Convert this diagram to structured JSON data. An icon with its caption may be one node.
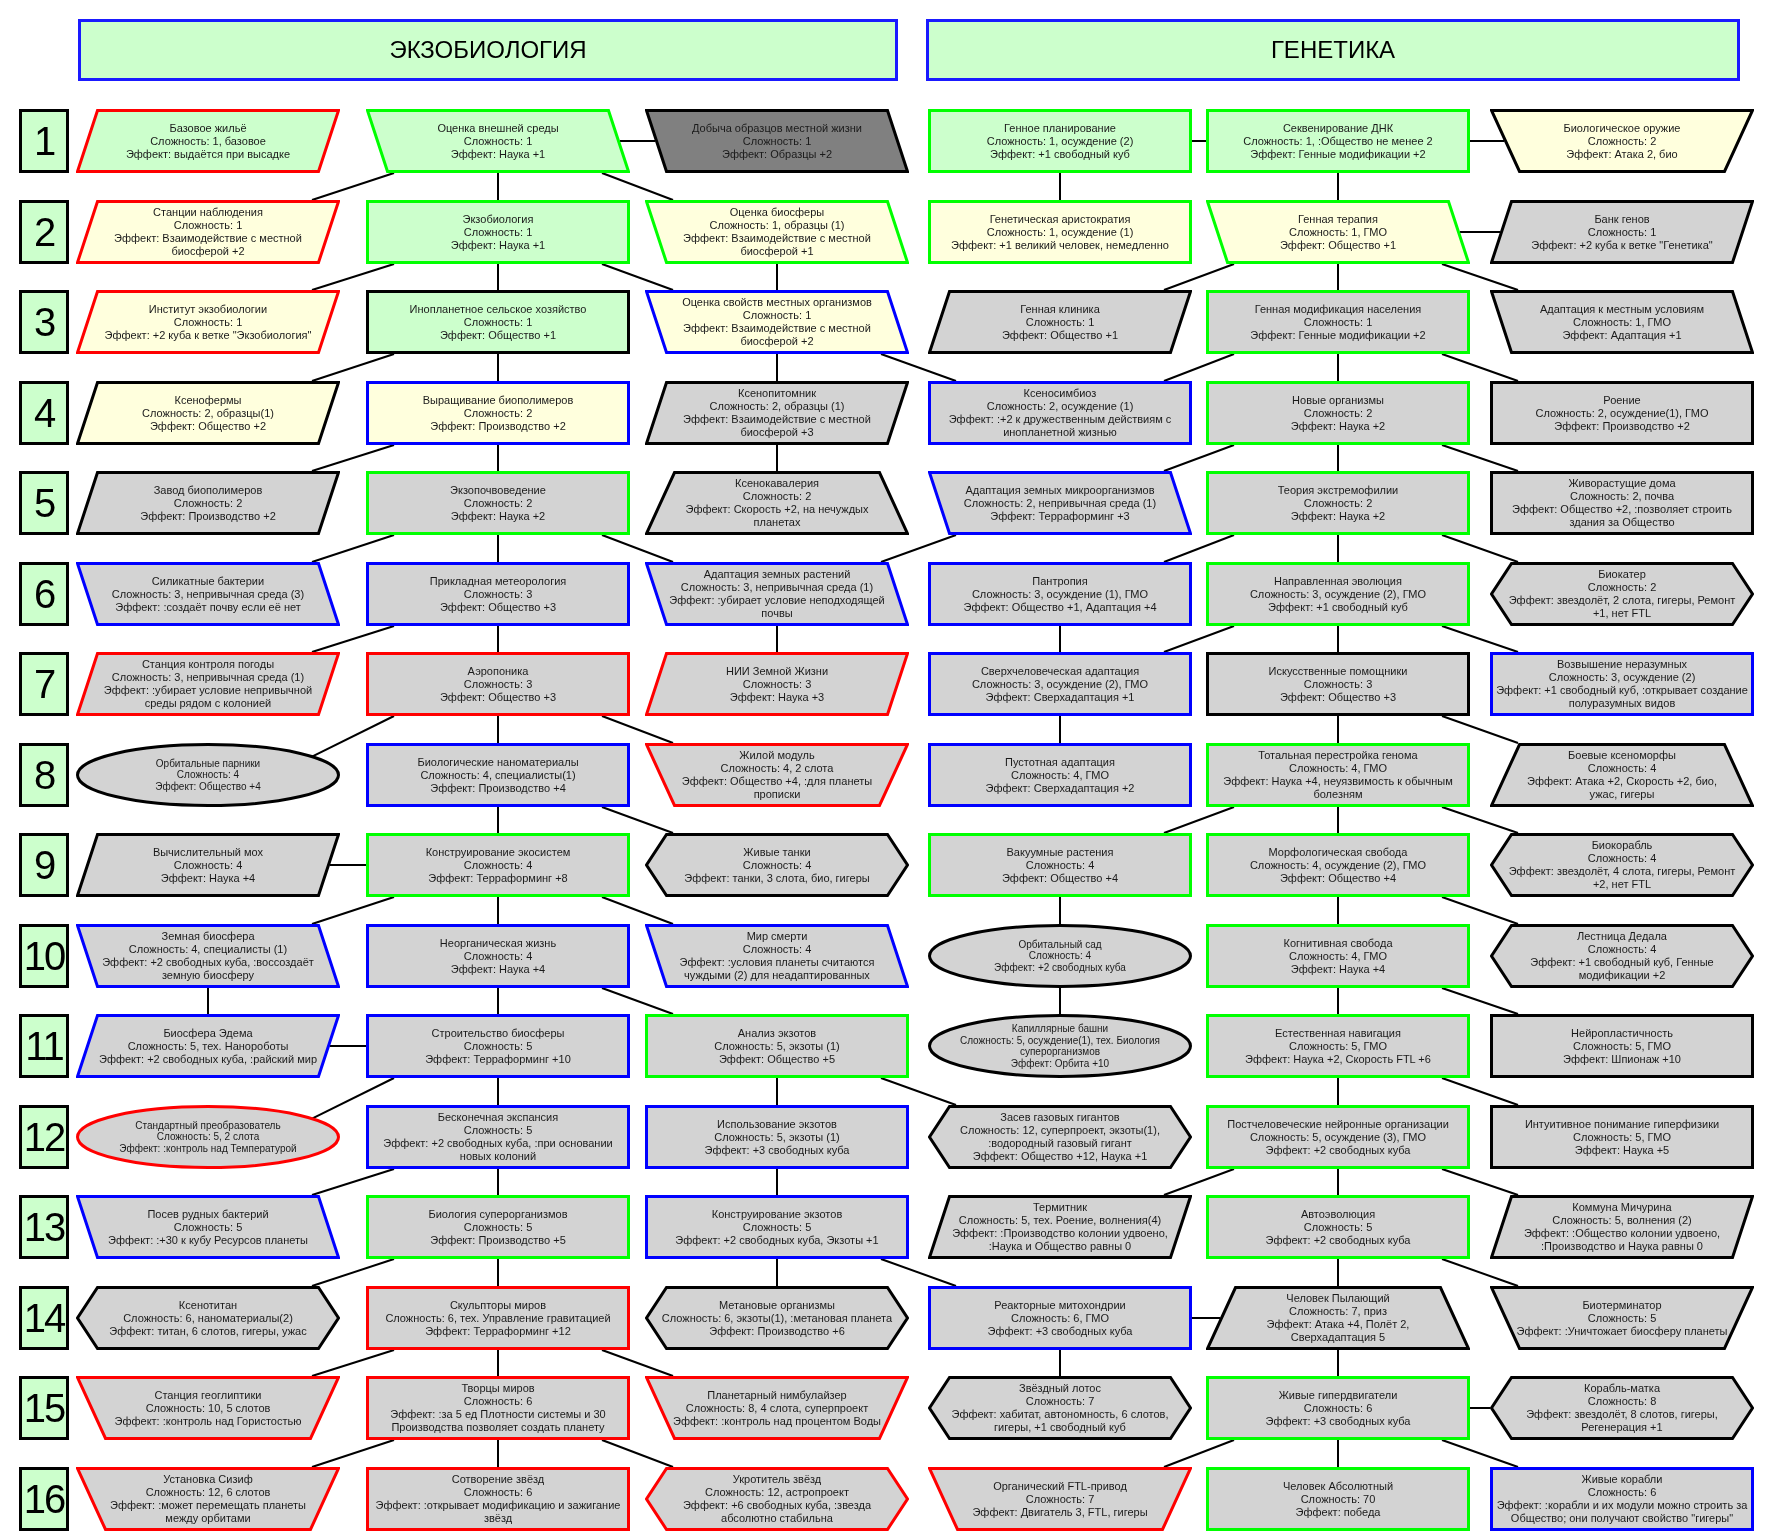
{
  "diagram": {
    "nodes": [
      {
        "text": [
          "ЭКЗОБИОЛОГИЯ"
        ]
      },
      {
        "text": [
          "ГЕНЕТИКА"
        ]
      },
      {
        "text": [
          "1"
        ]
      },
      {
        "text": [
          "Базовое жильё",
          "Сложность: 1, базовое",
          "Эффект: выдаётся при высадке"
        ]
      },
      {
        "text": [
          "Оценка внешней среды",
          "Сложность: 1",
          "Эффект: Наука +1"
        ]
      },
      {
        "text": [
          "Добыча образцов местной жизни",
          "Сложность: 1",
          "Эффект: Образцы +2"
        ]
      },
      {
        "text": [
          "Генное планирование",
          "Сложность: 1, осуждение (2)",
          "Эффект: +1 свободный куб"
        ]
      },
      {
        "text": [
          "Секвенирование ДНК",
          "Сложность: 1, :Общество не менее 2",
          "Эффект: Генные модификации +2"
        ]
      },
      {
        "text": [
          "Биологическое оружие",
          "Сложность: 2",
          "Эффект: Атака 2, био"
        ]
      },
      {
        "text": [
          "2"
        ]
      },
      {
        "text": [
          "Станции наблюдения",
          "Сложность: 1",
          "Эффект: Взаимодействие с местной биосферой +2"
        ]
      },
      {
        "text": [
          "Экзобиология",
          "Сложность: 1",
          "Эффект: Наука +1"
        ]
      },
      {
        "text": [
          "Оценка биосферы",
          "Сложность: 1, образцы (1)",
          "Эффект: Взаимодействие с местной биосферой +1"
        ]
      },
      {
        "text": [
          "Генетическая аристократия",
          "Сложность: 1, осуждение (1)",
          "Эффект: +1 великий человек, немедленно"
        ]
      },
      {
        "text": [
          "Генная терапия",
          "Сложность: 1, ГМО",
          "Эффект: Общество +1"
        ]
      },
      {
        "text": [
          "Банк генов",
          "Сложность: 1",
          "Эффект: +2 куба к ветке \"Генетика\""
        ]
      },
      {
        "text": [
          "3"
        ]
      },
      {
        "text": [
          "Институт экзобиологии",
          "Сложность: 1",
          "Эффект: +2 куба к ветке \"Экзобиология\""
        ]
      },
      {
        "text": [
          "Инопланетное сельское хозяйство",
          "Сложность: 1",
          "Эффект: Общество +1"
        ]
      },
      {
        "text": [
          "Оценка свойств местных организмов",
          "Сложность: 1",
          "Эффект: Взаимодействие с местной биосферой +2"
        ]
      },
      {
        "text": [
          "Генная клиника",
          "Сложность: 1",
          "Эффект: Общество +1"
        ]
      },
      {
        "text": [
          "Генная модификация населения",
          "Сложность: 1",
          "Эффект: Генные модификации +2"
        ]
      },
      {
        "text": [
          "Адаптация к местным условиям",
          "Сложность: 1, ГМО",
          "Эффект: Адаптация +1"
        ]
      },
      {
        "text": [
          "4"
        ]
      },
      {
        "text": [
          "Ксенофермы",
          "Сложность: 2, образцы(1)",
          "Эффект: Общество +2"
        ]
      },
      {
        "text": [
          "Выращивание биополимеров",
          "Сложность: 2",
          "Эффект: Производство +2"
        ]
      },
      {
        "text": [
          "Ксенопитомник",
          "Сложность: 2, образцы (1)",
          "Эффект: Взаимодействие с местной биосферой +3"
        ]
      },
      {
        "text": [
          "Ксеносимбиоз",
          "Сложность: 2, осуждение (1)",
          "Эффект: :+2 к дружественным действиям с инопланетной жизнью"
        ]
      },
      {
        "text": [
          "Новые организмы",
          "Сложность: 2",
          "Эффект: Наука +2"
        ]
      },
      {
        "text": [
          "Роение",
          "Сложность: 2, осуждение(1), ГМО",
          "Эффект: Производство +2"
        ]
      },
      {
        "text": [
          "5"
        ]
      },
      {
        "text": [
          "Завод биополимеров",
          "Сложность: 2",
          "Эффект: Производство +2"
        ]
      },
      {
        "text": [
          "Экзопочвоведение",
          "Сложность: 2",
          "Эффект: Наука +2"
        ]
      },
      {
        "text": [
          "Ксенокавалерия",
          "Сложность: 2",
          "Эффект: Скорость +2, на нечуждых планетах"
        ]
      },
      {
        "text": [
          "Адаптация земных микроорганизмов",
          "Сложность: 2, непривычная среда (1)",
          "Эффект: Терраформинг +3"
        ]
      },
      {
        "text": [
          "Теория экстремофилии",
          "Сложность: 2",
          "Эффект: Наука +2"
        ]
      },
      {
        "text": [
          "Живорастущие дома",
          "Сложность: 2, почва",
          "Эффект: Общество +2, :позволяет строить здания за Общество"
        ]
      },
      {
        "text": [
          "6"
        ]
      },
      {
        "text": [
          "Силикатные бактерии",
          "Сложность: 3, непривычная среда (3)",
          "Эффект: :создаёт почву если её нет"
        ]
      },
      {
        "text": [
          "Прикладная метеорология",
          "Сложность: 3",
          "Эффект: Общество +3"
        ]
      },
      {
        "text": [
          "Адаптация земных растений",
          "Сложность: 3, непривычная среда (1)",
          "Эффект: :убирает условие неподходящей почвы"
        ]
      },
      {
        "text": [
          "Пантропия",
          "Сложность: 3, осуждение (1), ГМО",
          "Эффект: Общество +1, Адаптация +4"
        ]
      },
      {
        "text": [
          "Направленная эволюция",
          "Сложность: 3, осуждение (2), ГМО",
          "Эффект: +1 свободный куб"
        ]
      },
      {
        "text": [
          "Биокатер",
          "Сложность: 2",
          "Эффект: звездолёт, 2 слота, гигеры, Ремонт +1, нет FTL"
        ]
      },
      {
        "text": [
          "7"
        ]
      },
      {
        "text": [
          "Станция контроля погоды",
          "Сложность: 3, непривычная среда (1)",
          "Эффект: :убирает условие непривычной среды рядом с колонией"
        ]
      },
      {
        "text": [
          "Аэропоника",
          "Сложность: 3",
          "Эффект: Общество +3"
        ]
      },
      {
        "text": [
          "НИИ Земной Жизни",
          "Сложность: 3",
          "Эффект: Наука +3"
        ]
      },
      {
        "text": [
          "Сверхчеловеческая адаптация",
          "Сложность: 3, осуждение (2), ГМО",
          "Эффект: Сверхадаптация +1"
        ]
      },
      {
        "text": [
          "Искусственные помощники",
          "Сложность: 3",
          "Эффект: Общество +3"
        ]
      },
      {
        "text": [
          "Возвышение неразумных",
          "Сложность: 3, осуждение (2)",
          "Эффект: +1 свободный куб, :открывает создание полуразумных видов"
        ]
      },
      {
        "text": [
          "8"
        ]
      },
      {
        "text": [
          "Орбитальные парники",
          "Сложность: 4",
          "Эффект: Общество +4"
        ]
      },
      {
        "text": [
          "Биологические наноматериалы",
          "Сложность: 4, специалисты(1)",
          "Эффект: Производство +4"
        ]
      },
      {
        "text": [
          "Жилой модуль",
          "Сложность: 4, 2 слота",
          "Эффект: Общество +4, :для планеты прописки"
        ]
      },
      {
        "text": [
          "Пустотная адаптация",
          "Сложность: 4, ГМО",
          "Эффект: Сверхадаптация +2"
        ]
      },
      {
        "text": [
          "Тотальная перестройка генома",
          "Сложность: 4, ГМО",
          "Эффект: Наука +4, неуязвимость к обычным болезням"
        ]
      },
      {
        "text": [
          "Боевые ксеноморфы",
          "Сложность: 4",
          "Эффект: Атака +2, Скорость +2, био, ужас, гигеры"
        ]
      },
      {
        "text": [
          "9"
        ]
      },
      {
        "text": [
          "Вычислительный мох",
          "Сложность: 4",
          "Эффект: Наука +4"
        ]
      },
      {
        "text": [
          "Конструирование экосистем",
          "Сложность: 4",
          "Эффект: Терраформинг +8"
        ]
      },
      {
        "text": [
          "Живые танки",
          "Сложность: 4",
          "Эффект: танки, 3 слота, био, гигеры"
        ]
      },
      {
        "text": [
          "Вакуумные растения",
          "Сложность: 4",
          "Эффект: Общество +4"
        ]
      },
      {
        "text": [
          "Морфологическая свобода",
          "Сложность: 4, осуждение (2), ГМО",
          "Эффект: Общество +4"
        ]
      },
      {
        "text": [
          "Биокорабль",
          "Сложность: 4",
          "Эффект: звездолёт, 4 слота, гигеры, Ремонт +2, нет FTL"
        ]
      },
      {
        "text": [
          "10"
        ]
      },
      {
        "text": [
          "Земная биосфера",
          "Сложность: 4, специалисты (1)",
          "Эффект: +2 свободных куба, :воссоздаёт земную биосферу"
        ]
      },
      {
        "text": [
          "Неорганическая жизнь",
          "Сложность: 4",
          "Эффект: Наука +4"
        ]
      },
      {
        "text": [
          "Мир смерти",
          "Сложность: 4",
          "Эффект: :условия планеты считаются чуждыми (2) для неадаптированных"
        ]
      },
      {
        "text": [
          "Орбитальный сад",
          "Сложность: 4",
          "Эффект: +2 свободных куба"
        ]
      },
      {
        "text": [
          "Когнитивная свобода",
          "Сложность: 4, ГМО",
          "Эффект: Наука +4"
        ]
      },
      {
        "text": [
          "Лестница Дедала",
          "Сложность: 4",
          "Эффект: +1 свободный куб, Генные модификации +2"
        ]
      },
      {
        "text": [
          "11"
        ]
      },
      {
        "text": [
          "Биосфера Эдема",
          "Сложность: 5, тех. Нанороботы",
          "Эффект: +2 свободных куба, :райский мир"
        ]
      },
      {
        "text": [
          "Строительство биосферы",
          "Сложность: 5",
          "Эффект: Терраформинг +10"
        ]
      },
      {
        "text": [
          "Анализ экзотов",
          "Сложность: 5, экзоты (1)",
          "Эффект: Общество +5"
        ]
      },
      {
        "text": [
          "Капиллярные башни",
          "Сложность: 5, осуждение(1), тех. Биология суперорганизмов",
          "Эффект: Орбита +10"
        ]
      },
      {
        "text": [
          "Естественная навигация",
          "Сложность: 5, ГМО",
          "Эффект: Наука +2, Скорость FTL +6"
        ]
      },
      {
        "text": [
          "Нейропластичность",
          "Сложность: 5, ГМО",
          "Эффект: Шпионаж +10"
        ]
      },
      {
        "text": [
          "12"
        ]
      },
      {
        "text": [
          "Стандартный преобразователь",
          "Сложность: 5, 2 слота",
          "Эффект: :контроль над Температурой"
        ]
      },
      {
        "text": [
          "Бесконечная экспансия",
          "Сложность: 5",
          "Эффект: +2 свободных куба, :при основании новых колоний"
        ]
      },
      {
        "text": [
          "Использование экзотов",
          "Сложность: 5, экзоты (1)",
          "Эффект: +3 свободных куба"
        ]
      },
      {
        "text": [
          "Засев газовых гигантов",
          "Сложность: 12, суперпроект, экзоты(1), :водородный газовый гигант",
          "Эффект: Общество +12, Наука +1"
        ]
      },
      {
        "text": [
          "Постчеловеческие нейронные организации",
          "Сложность: 5, осуждение (3), ГМО",
          "Эффект: +2 свободных куба"
        ]
      },
      {
        "text": [
          "Интуитивное понимание гиперфизики",
          "Сложность: 5, ГМО",
          "Эффект: Наука +5"
        ]
      },
      {
        "text": [
          "13"
        ]
      },
      {
        "text": [
          "Посев рудных бактерий",
          "Сложность: 5",
          "Эффект: :+30 к кубу Ресурсов планеты"
        ]
      },
      {
        "text": [
          "Биология суперорганизмов",
          "Сложность: 5",
          "Эффект: Производство +5"
        ]
      },
      {
        "text": [
          "Конструирование экзотов",
          "Сложность: 5",
          "Эффект: +2 свободных куба, Экзоты +1"
        ]
      },
      {
        "text": [
          "Термитник",
          "Сложность: 5, тех. Роение, волнения(4)",
          "Эффект: :Производство колонии удвоено, :Наука и Общество равны 0"
        ]
      },
      {
        "text": [
          "Автоэволюция",
          "Сложность: 5",
          "Эффект: +2 свободных куба"
        ]
      },
      {
        "text": [
          "Коммуна Мичурина",
          "Сложность: 5, волнения (2)",
          "Эффект: :Общество колонии удвоено, :Производство и Наука равны 0"
        ]
      },
      {
        "text": [
          "14"
        ]
      },
      {
        "text": [
          "Ксенотитан",
          "Сложность: 6, наноматериалы(2)",
          "Эффект: титан, 6 слотов, гигеры, ужас"
        ]
      },
      {
        "text": [
          "Скульпторы миров",
          "Сложность: 6, тех. Управление гравитацией",
          "Эффект: Терраформинг +12"
        ]
      },
      {
        "text": [
          "Метановые организмы",
          "Сложность: 6, экзоты(1), :метановая планета",
          "Эффект: Производство +6"
        ]
      },
      {
        "text": [
          "Реакторные митохондрии",
          "Сложность: 6, ГМО",
          "Эффект: +3 свободных куба"
        ]
      },
      {
        "text": [
          "Человек Пылающий",
          "Сложность: 7, приз",
          "Эффект: Атака +4, Полёт 2, Сверхадаптация 5"
        ]
      },
      {
        "text": [
          "Биотерминатор",
          "Сложность: 5",
          "Эффект: :Уничтожает биосферу планеты"
        ]
      },
      {
        "text": [
          "15"
        ]
      },
      {
        "text": [
          "Станция геоглиптики",
          "Сложность: 10, 5 слотов",
          "Эффект: :контроль над Гористостью"
        ]
      },
      {
        "text": [
          "Творцы миров",
          "Сложность: 6",
          "Эффект: :за 5 ед Плотности системы и 30 Производства позволяет создать планету"
        ]
      },
      {
        "text": [
          "Планетарный нимбулайзер",
          "Сложность: 8, 4 слота, суперпроект",
          "Эффект: :контроль над процентом Воды"
        ]
      },
      {
        "text": [
          "Звёздный лотос",
          "Сложность: 7",
          "Эффект: хабитат, автономность, 6 слотов, гигеры, +1 свободный куб"
        ]
      },
      {
        "text": [
          "Живые гипердвигатели",
          "Сложность: 6",
          "Эффект: +3 свободных куба"
        ]
      },
      {
        "text": [
          "Корабль-матка",
          "Сложность: 8",
          "Эффект: звездолёт, 8 слотов, гигеры, Регенерация +1"
        ]
      },
      {
        "text": [
          "16"
        ]
      },
      {
        "text": [
          "Установка Сизиф",
          "Сложность: 12, 6 слотов",
          "Эффект: :может перемещать планеты между орбитами"
        ]
      },
      {
        "text": [
          "Сотворение звёзд",
          "Сложность: 6",
          "Эффект: :открывает модификацию и зажигание звёзд"
        ]
      },
      {
        "text": [
          "Укротитель звёзд",
          "Сложность: 12, астропроект",
          "Эффект: +6 свободных куба, :звезда абсолютно стабильна"
        ]
      },
      {
        "text": [
          "Органический FTL-привод",
          "Сложность: 7",
          "Эффект: Двигатель 3, FTL, гигеры"
        ]
      },
      {
        "text": [
          "Человек Абсолютный",
          "Сложность: 70",
          "Эффект: победа"
        ]
      },
      {
        "text": [
          "Живые корабли",
          "Сложность: 6",
          "Эффект: :корабли и их модули можно строить за Общество; они получают свойство \"гигеры\""
        ]
      }
    ],
    "edges": [
      {
        "from": 4,
        "to": 11,
        "arrow": "none"
      },
      {
        "from": 11,
        "to": 18,
        "arrow": "none"
      },
      {
        "from": 18,
        "to": 25,
        "arrow": "none"
      },
      {
        "from": 25,
        "to": 32,
        "arrow": "none"
      },
      {
        "from": 32,
        "to": 39,
        "arrow": "none"
      },
      {
        "from": 39,
        "to": 46,
        "arrow": "none"
      },
      {
        "from": 46,
        "to": 53,
        "arrow": "none"
      },
      {
        "from": 53,
        "to": 60,
        "arrow": "none"
      },
      {
        "from": 60,
        "to": 67,
        "arrow": "none"
      },
      {
        "from": 67,
        "to": 74,
        "arrow": "none"
      },
      {
        "from": 74,
        "to": 81,
        "arrow": "none"
      },
      {
        "from": 81,
        "to": 88,
        "arrow": "none"
      },
      {
        "from": 88,
        "to": 95,
        "arrow": "none"
      },
      {
        "from": 95,
        "to": 102,
        "arrow": "none"
      },
      {
        "from": 102,
        "to": 109,
        "arrow": "none"
      },
      {
        "from": 4,
        "to": 10,
        "arrow": "none"
      },
      {
        "from": 11,
        "to": 17,
        "arrow": "none"
      },
      {
        "from": 18,
        "to": 24,
        "arrow": "none"
      },
      {
        "from": 25,
        "to": 31,
        "arrow": "none"
      },
      {
        "from": 32,
        "to": 38,
        "arrow": "none"
      },
      {
        "from": 39,
        "to": 45,
        "arrow": "none"
      },
      {
        "from": 46,
        "to": 52,
        "arrow": "none"
      },
      {
        "from": 60,
        "to": 66,
        "arrow": "none"
      },
      {
        "from": 74,
        "to": 80,
        "arrow": "none"
      },
      {
        "from": 81,
        "to": 87,
        "arrow": "none"
      },
      {
        "from": 88,
        "to": 94,
        "arrow": "none"
      },
      {
        "from": 95,
        "to": 101,
        "arrow": "none"
      },
      {
        "from": 102,
        "to": 108,
        "arrow": "none"
      },
      {
        "from": 60,
        "to": 59,
        "arrow": "none"
      },
      {
        "from": 66,
        "to": 73,
        "arrow": "none"
      },
      {
        "from": 74,
        "to": 73,
        "arrow": "none"
      },
      {
        "from": 4,
        "to": 5,
        "arrow": "none"
      },
      {
        "from": 4,
        "to": 12,
        "arrow": "none"
      },
      {
        "from": 11,
        "to": 19,
        "arrow": "none"
      },
      {
        "from": 32,
        "to": 40,
        "arrow": "none"
      },
      {
        "from": 46,
        "to": 54,
        "arrow": "none"
      },
      {
        "from": 53,
        "to": 61,
        "arrow": "none"
      },
      {
        "from": 60,
        "to": 68,
        "arrow": "none"
      },
      {
        "from": 67,
        "to": 75,
        "arrow": "none"
      },
      {
        "from": 95,
        "to": 103,
        "arrow": "none"
      },
      {
        "from": 102,
        "to": 110,
        "arrow": "none"
      },
      {
        "from": 12,
        "to": 19,
        "arrow": "none"
      },
      {
        "from": 19,
        "to": 26,
        "arrow": "none"
      },
      {
        "from": 26,
        "to": 33,
        "arrow": "none"
      },
      {
        "from": 40,
        "to": 47,
        "arrow": "none"
      },
      {
        "from": 75,
        "to": 82,
        "arrow": "none"
      },
      {
        "from": 82,
        "to": 89,
        "arrow": "none"
      },
      {
        "from": 89,
        "to": 96,
        "arrow": "none"
      },
      {
        "from": 19,
        "to": 27,
        "arrow": "none"
      },
      {
        "from": 75,
        "to": 83,
        "arrow": "none"
      },
      {
        "from": 89,
        "to": 97,
        "arrow": "none"
      },
      {
        "from": 34,
        "to": 40,
        "arrow": "none"
      },
      {
        "from": 6,
        "to": 7,
        "arrow": "none"
      },
      {
        "from": 7,
        "to": 8,
        "arrow": "none"
      },
      {
        "from": 6,
        "to": 13,
        "arrow": "none"
      },
      {
        "from": 7,
        "to": 14,
        "arrow": "none"
      },
      {
        "from": 14,
        "to": 21,
        "arrow": "none"
      },
      {
        "from": 21,
        "to": 28,
        "arrow": "none"
      },
      {
        "from": 28,
        "to": 35,
        "arrow": "none"
      },
      {
        "from": 35,
        "to": 42,
        "arrow": "none"
      },
      {
        "from": 42,
        "to": 49,
        "arrow": "none"
      },
      {
        "from": 49,
        "to": 56,
        "arrow": "none"
      },
      {
        "from": 56,
        "to": 63,
        "arrow": "none"
      },
      {
        "from": 63,
        "to": 70,
        "arrow": "none"
      },
      {
        "from": 70,
        "to": 77,
        "arrow": "none"
      },
      {
        "from": 77,
        "to": 84,
        "arrow": "none"
      },
      {
        "from": 84,
        "to": 91,
        "arrow": "none"
      },
      {
        "from": 91,
        "to": 98,
        "arrow": "none"
      },
      {
        "from": 98,
        "to": 105,
        "arrow": "none"
      },
      {
        "from": 105,
        "to": 112,
        "arrow": "none"
      },
      {
        "from": 14,
        "to": 15,
        "arrow": "none"
      },
      {
        "from": 14,
        "to": 22,
        "arrow": "none"
      },
      {
        "from": 14,
        "to": 20,
        "arrow": "none"
      },
      {
        "from": 21,
        "to": 29,
        "arrow": "none"
      },
      {
        "from": 21,
        "to": 27,
        "arrow": "none"
      },
      {
        "from": 28,
        "to": 36,
        "arrow": "none"
      },
      {
        "from": 28,
        "to": 34,
        "arrow": "none"
      },
      {
        "from": 35,
        "to": 43,
        "arrow": "none"
      },
      {
        "from": 35,
        "to": 41,
        "arrow": "none"
      },
      {
        "from": 41,
        "to": 48,
        "arrow": "none"
      },
      {
        "from": 48,
        "to": 55,
        "arrow": "none"
      },
      {
        "from": 42,
        "to": 50,
        "arrow": "none"
      },
      {
        "from": 42,
        "to": 48,
        "arrow": "none"
      },
      {
        "from": 49,
        "to": 57,
        "arrow": "none"
      },
      {
        "from": 56,
        "to": 62,
        "arrow": "none"
      },
      {
        "from": 56,
        "to": 64,
        "arrow": "none"
      },
      {
        "from": 62,
        "to": 69,
        "arrow": "none"
      },
      {
        "from": 69,
        "to": 76,
        "arrow": "none"
      },
      {
        "from": 63,
        "to": 71,
        "arrow": "none"
      },
      {
        "from": 70,
        "to": 78,
        "arrow": "none"
      },
      {
        "from": 77,
        "to": 85,
        "arrow": "none"
      },
      {
        "from": 84,
        "to": 90,
        "arrow": "none"
      },
      {
        "from": 84,
        "to": 92,
        "arrow": "none"
      },
      {
        "from": 91,
        "to": 99,
        "arrow": "none"
      },
      {
        "from": 97,
        "to": 98,
        "arrow": "none"
      },
      {
        "from": 97,
        "to": 104,
        "arrow": "none"
      },
      {
        "from": 105,
        "to": 106,
        "arrow": "none"
      },
      {
        "from": 105,
        "to": 111,
        "arrow": "none"
      },
      {
        "from": 105,
        "to": 113,
        "arrow": "none"
      }
    ]
  }
}
